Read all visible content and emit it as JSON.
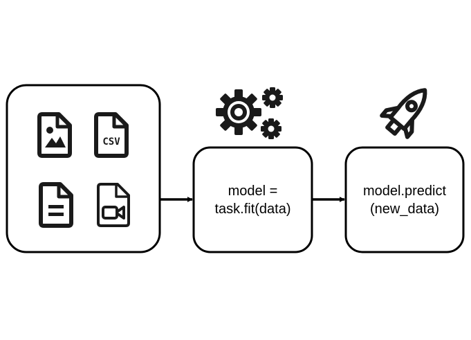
{
  "colors": {
    "stroke": "#000000",
    "icon": "#1a1a1a",
    "background": "#ffffff"
  },
  "data_box": {
    "icons": [
      "image-file-icon",
      "csv-file-icon",
      "text-file-icon",
      "video-file-icon"
    ],
    "csv_label": "CSV"
  },
  "fit_box": {
    "line1": "model =",
    "line2": "task.fit(data)",
    "icon": "gears-icon"
  },
  "predict_box": {
    "line1": "model.predict",
    "line2": "(new_data)",
    "icon": "rocket-icon"
  }
}
